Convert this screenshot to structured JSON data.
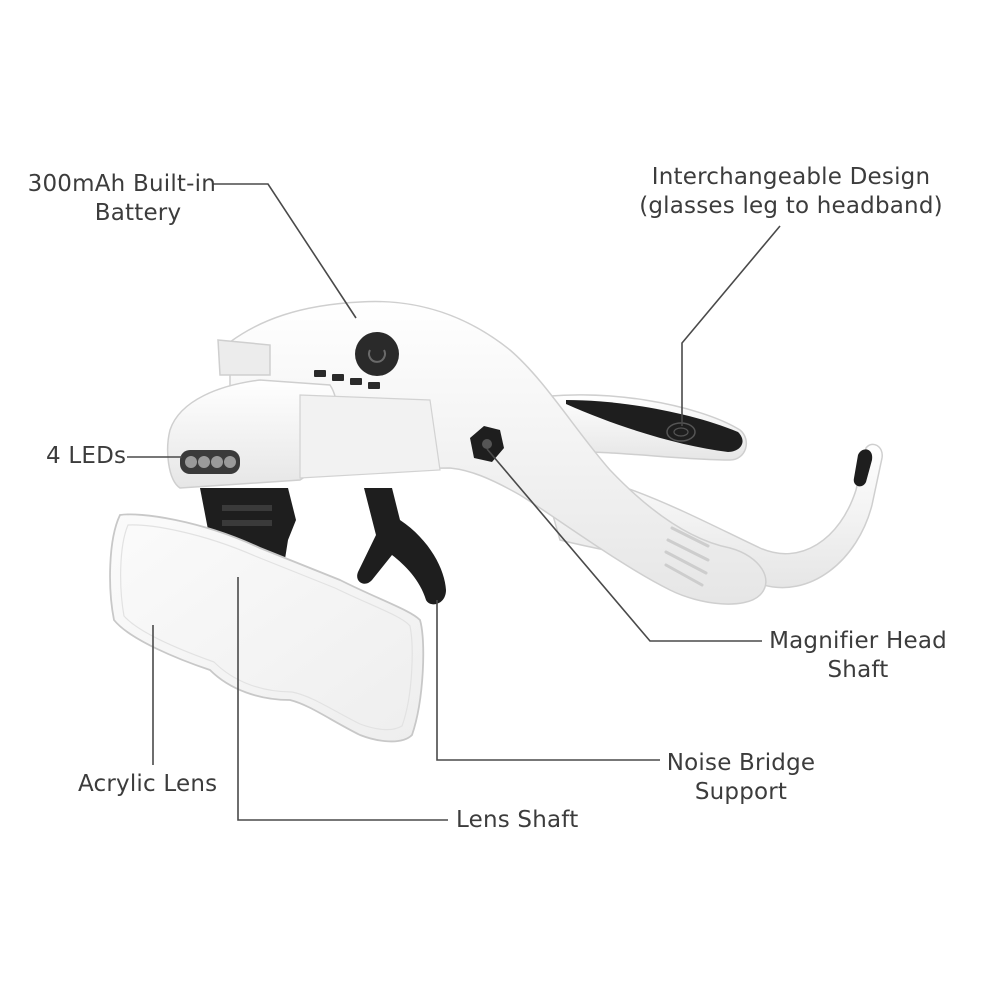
{
  "labels": {
    "battery": {
      "line1": "300mAh Built-in",
      "line2": "Battery"
    },
    "design": {
      "line1": "Interchangeable Design",
      "line2": "(glasses leg to headband)"
    },
    "leds": "4 LEDs",
    "magnifier_shaft": {
      "line1": "Magnifier Head",
      "line2": "Shaft"
    },
    "nose_bridge": {
      "line1": "Noise Bridge",
      "line2": "Support"
    },
    "acrylic_lens": "Acrylic Lens",
    "lens_shaft": "Lens Shaft"
  },
  "colors": {
    "body": "#f4f4f4",
    "outline": "#cfcfcf",
    "dark": "#1e1e1e",
    "leader": "#4a4a4a",
    "led": "#9a9a9a"
  }
}
